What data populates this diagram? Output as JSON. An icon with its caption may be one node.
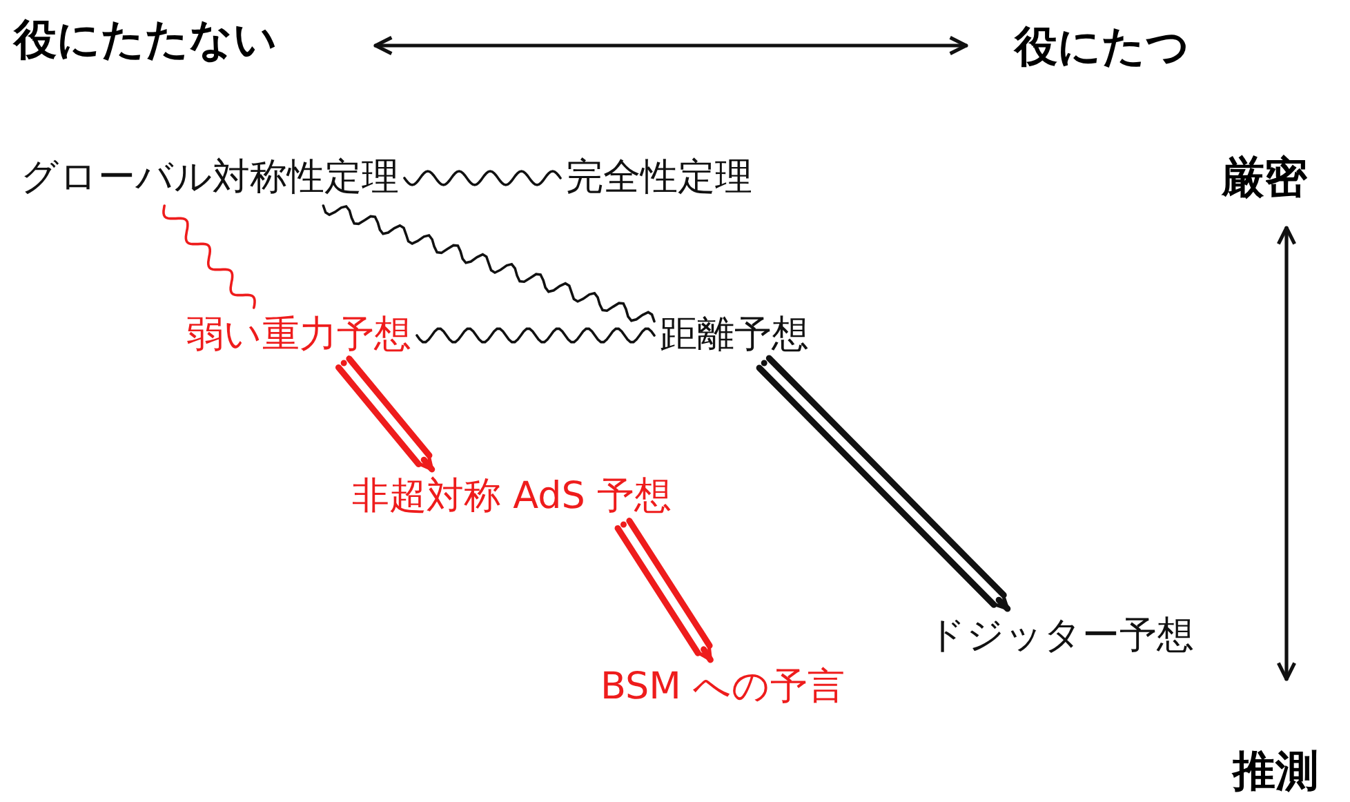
{
  "diagram": {
    "nodes": [
      {
        "text": [
          "グローバル対称性定理"
        ]
      },
      {
        "text": [
          "完全性定理"
        ]
      },
      {
        "text": [
          "弱い重力予想"
        ]
      },
      {
        "text": [
          "距離予想"
        ]
      },
      {
        "text": [
          "非超対称 AdS 予想"
        ]
      },
      {
        "text": [
          "BSM への予言"
        ]
      },
      {
        "text": [
          "ドジッター予想"
        ]
      }
    ],
    "edges": [
      {
        "from": 0,
        "to": 1,
        "arrow": "none"
      },
      {
        "from": 0,
        "to": 2,
        "arrow": "none",
        "color": "#ee1c1c"
      },
      {
        "from": 0,
        "to": 3,
        "arrow": "none"
      },
      {
        "from": 2,
        "to": 3,
        "arrow": "none"
      },
      {
        "from": 2,
        "to": 4,
        "arrow": "to",
        "style": "thick",
        "color": "#ee1c1c"
      },
      {
        "from": 4,
        "to": 5,
        "arrow": "to",
        "style": "thick",
        "color": "#ee1c1c"
      },
      {
        "from": 3,
        "to": 6,
        "arrow": "to",
        "style": "thick"
      }
    ],
    "labels": [
      "役にたたない",
      "役にたつ",
      "厳密",
      "推測"
    ]
  }
}
